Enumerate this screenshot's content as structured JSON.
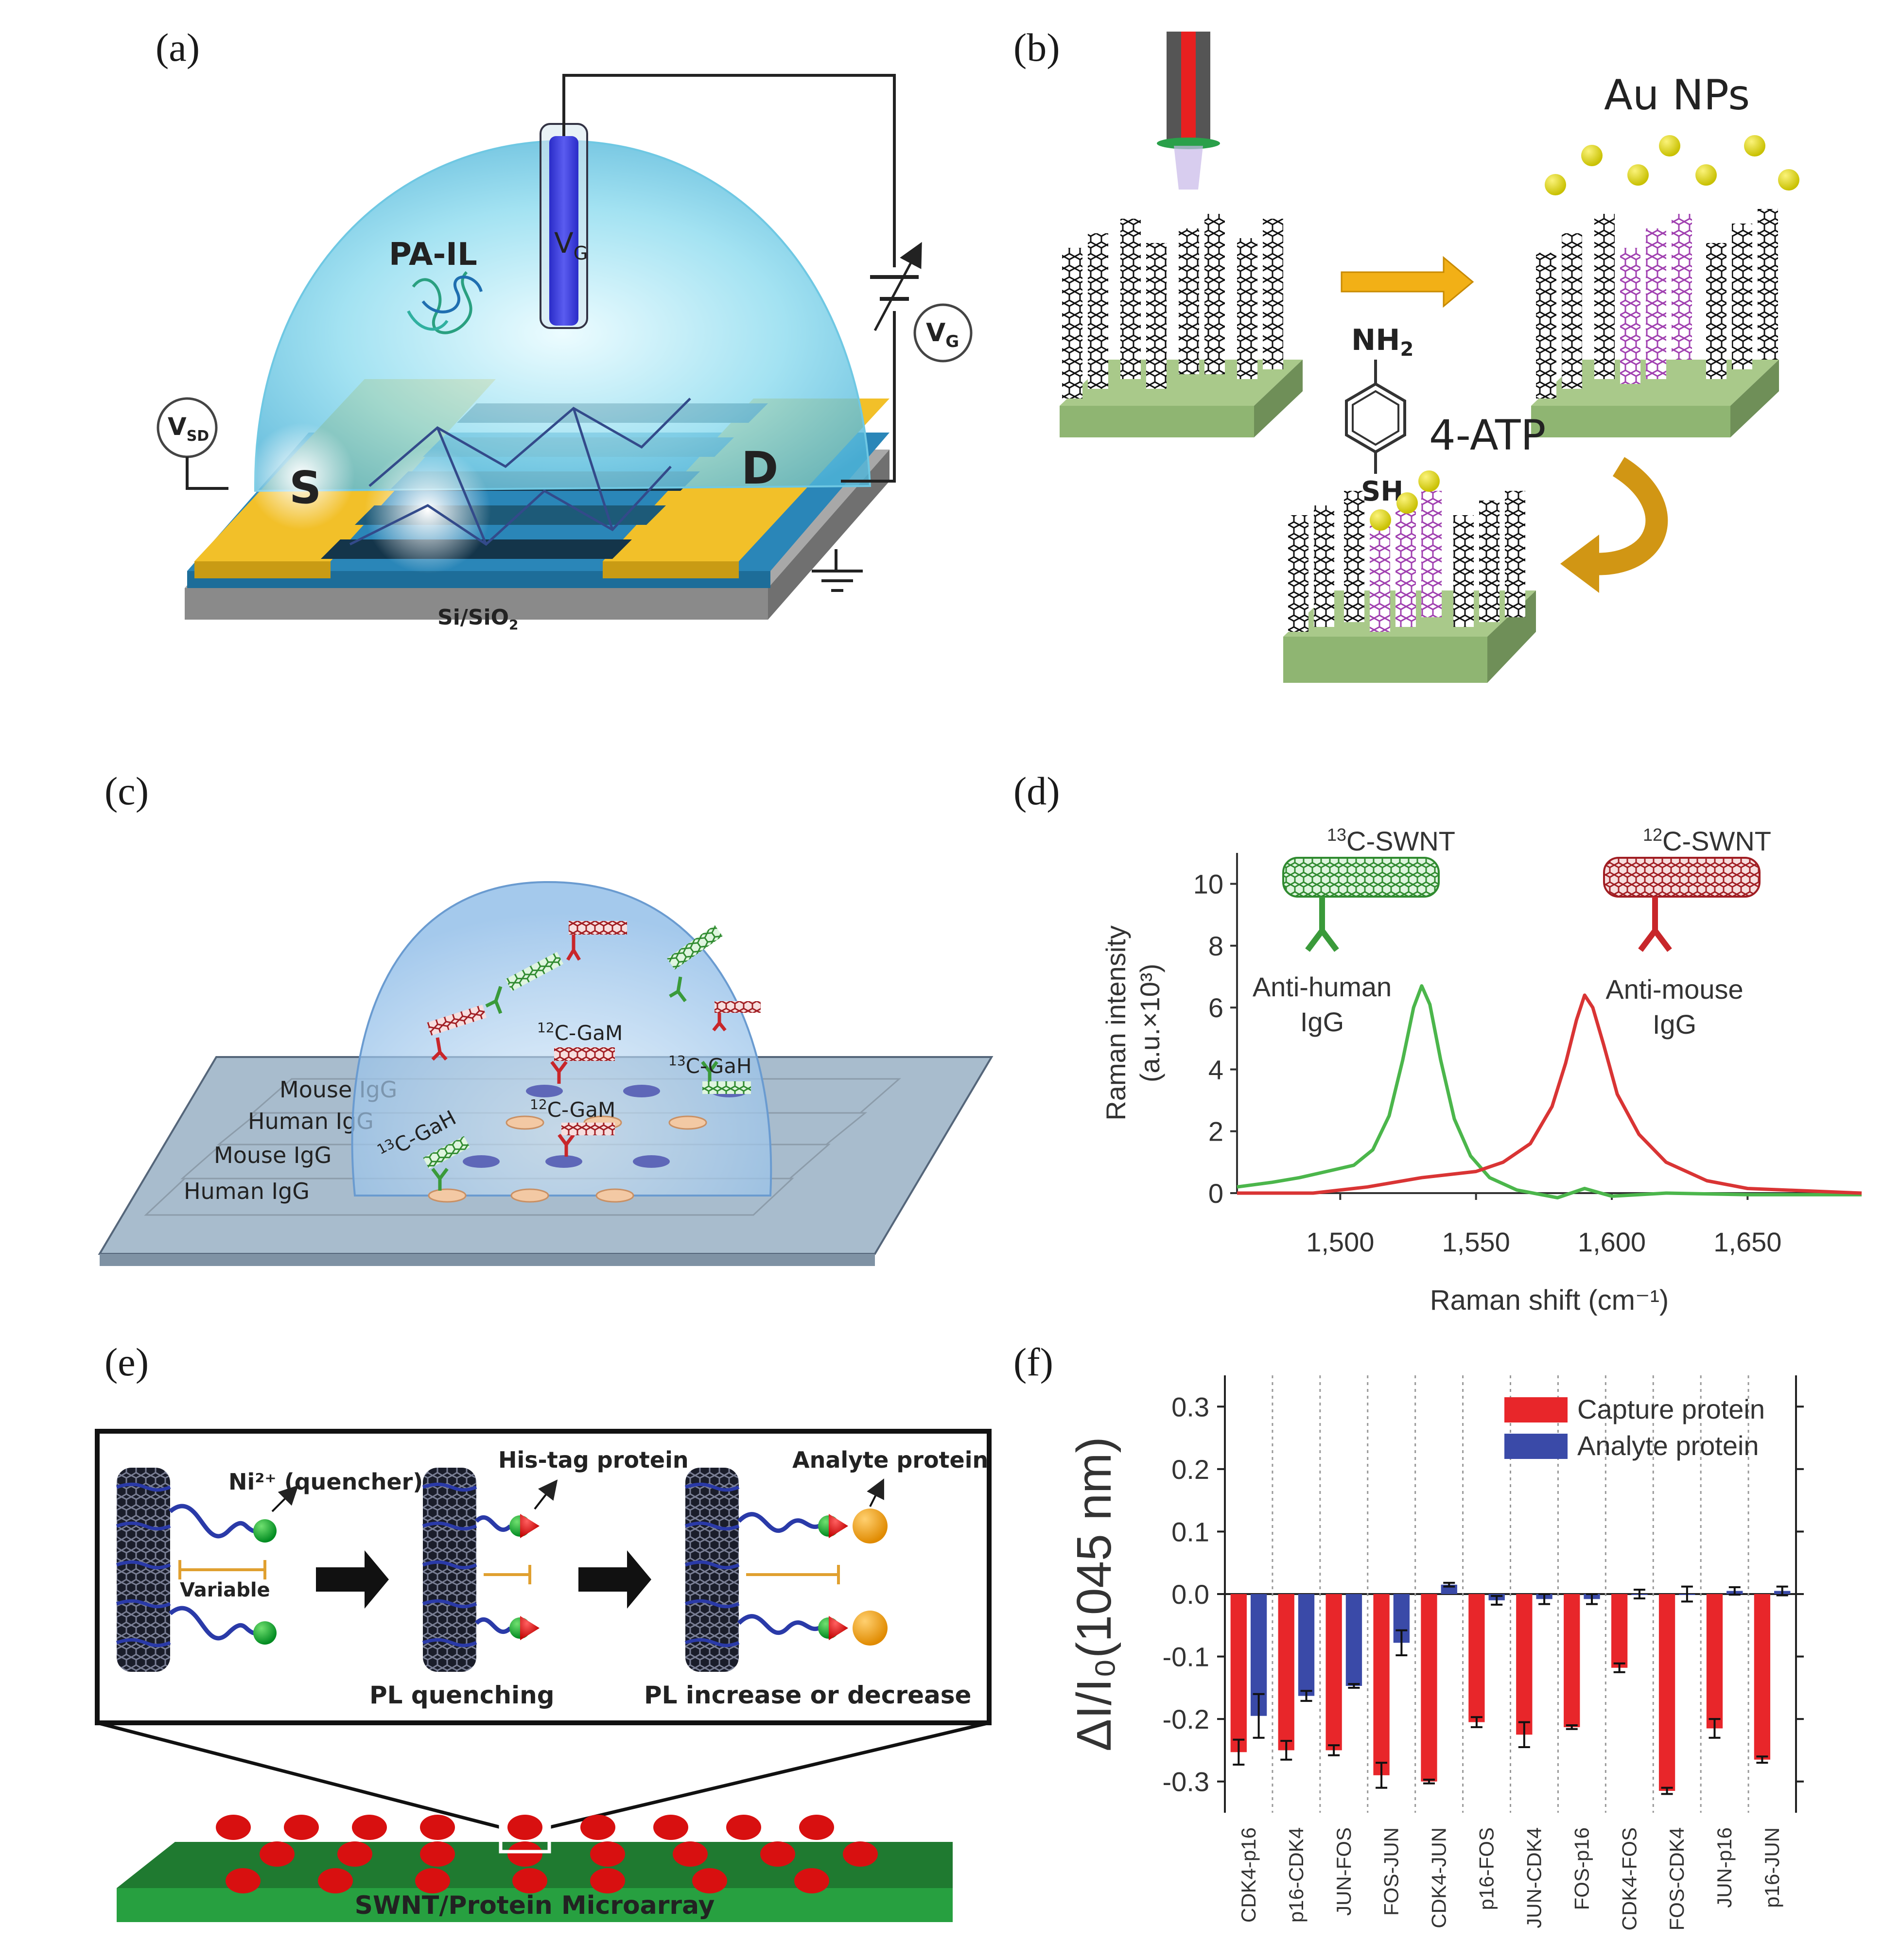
{
  "panels": {
    "a": {
      "label": "(a)",
      "pa_il": "PA-IL",
      "vg_electrode": "V",
      "vg_electrode_sub": "G",
      "vg_source": "V",
      "vg_source_sub": "G",
      "vsd": "V",
      "vsd_sub": "SD",
      "source": "S",
      "drain": "D",
      "substrate": "Si/SiO",
      "substrate_sub": "2"
    },
    "b": {
      "label": "(b)",
      "au_nps": "Au NPs",
      "nh2": "NH",
      "nh2_sub": "2",
      "sh": "SH",
      "atp": "4-ATP"
    },
    "c": {
      "label": "(c)",
      "rows": [
        "Mouse IgG",
        "Human IgG",
        "Mouse IgG",
        "Human IgG"
      ],
      "c12_gam_top_sup": "12",
      "c12_gam_top": "C-GaM",
      "c13_gah_right_sup": "13",
      "c13_gah_right": "C-GaH",
      "c12_gam_mid_sup": "12",
      "c12_gam_mid": "C-GaM",
      "c13_gah_left_sup": "13",
      "c13_gah_left": "C-GaH"
    },
    "d": {
      "label": "(d)",
      "c13_sup": "13",
      "c13_label": "C-SWNT",
      "c12_sup": "12",
      "c12_label": "C-SWNT",
      "anti_human": [
        "Anti-human",
        "IgG"
      ],
      "anti_mouse": [
        "Anti-mouse",
        "IgG"
      ]
    },
    "e": {
      "label": "(e)",
      "ni_quencher": "Ni²⁺ (quencher)",
      "his_tag": "His-tag protein",
      "analyte": "Analyte protein",
      "variable": "Variable",
      "pl_quenching": "PL quenching",
      "pl_change": "PL increase or decrease",
      "microarray": "SWNT/Protein Microarray"
    },
    "f": {
      "label": "(f)"
    }
  },
  "colors": {
    "green_swnt": "#3a9a3a",
    "red_swnt": "#c8262a",
    "capture": "#e8262a",
    "analyte": "#3848a8",
    "gold": "#f5c020",
    "substrate_green": "#1f7a30"
  },
  "chart_data": [
    {
      "type": "line",
      "panel": "d",
      "xlabel": "Raman shift (cm⁻¹)",
      "ylabel": [
        "Raman intensity",
        "(a.u.×10³)"
      ],
      "xlim": [
        1462,
        1692
      ],
      "ylim": [
        0,
        11
      ],
      "xticks": [
        1500,
        1550,
        1600,
        1650
      ],
      "xtick_labels": [
        "1,500",
        "1,550",
        "1,600",
        "1,650"
      ],
      "yticks": [
        0,
        2,
        4,
        6,
        8,
        10
      ],
      "ytick_labels": [
        "0",
        "2",
        "4",
        "6",
        "8",
        "10"
      ],
      "series": [
        {
          "color": "#4bb64b",
          "x": [
            1462,
            1475,
            1485,
            1495,
            1505,
            1512,
            1518,
            1523,
            1527,
            1530,
            1533,
            1537,
            1542,
            1548,
            1555,
            1565,
            1580,
            1590,
            1600,
            1620,
            1650,
            1692
          ],
          "y": [
            0.2,
            0.35,
            0.5,
            0.7,
            0.9,
            1.4,
            2.5,
            4.3,
            6.0,
            6.7,
            6.1,
            4.3,
            2.4,
            1.2,
            0.5,
            0.1,
            -0.15,
            0.15,
            -0.1,
            0.0,
            -0.05,
            -0.05
          ]
        },
        {
          "color": "#d93434",
          "x": [
            1462,
            1490,
            1510,
            1530,
            1550,
            1560,
            1570,
            1578,
            1583,
            1587,
            1590,
            1593,
            1597,
            1602,
            1610,
            1620,
            1635,
            1650,
            1692
          ],
          "y": [
            0.0,
            0.0,
            0.2,
            0.5,
            0.7,
            1.0,
            1.6,
            2.8,
            4.2,
            5.6,
            6.4,
            6.0,
            4.8,
            3.2,
            1.9,
            1.0,
            0.4,
            0.15,
            0.0
          ]
        }
      ]
    },
    {
      "type": "bar",
      "panel": "f",
      "ylabel": "ΔI/I₀(1045 nm)",
      "ylim": [
        -0.35,
        0.35
      ],
      "yticks": [
        0.3,
        0.2,
        0.1,
        0.0,
        -0.1,
        -0.2,
        -0.3
      ],
      "ytick_labels": [
        "0.3",
        "0.2",
        "0.1",
        "0.0",
        "-0.1",
        "-0.2",
        "-0.3"
      ],
      "categories": [
        "CDK4-p16",
        "p16-CDK4",
        "JUN-FOS",
        "FOS-JUN",
        "CDK4-JUN",
        "p16-FOS",
        "JUN-CDK4",
        "FOS-p16",
        "CDK4-FOS",
        "FOS-CDK4",
        "JUN-p16",
        "p16-JUN"
      ],
      "series": [
        {
          "name": "Capture protein",
          "color": "#e8262a",
          "values": [
            -0.253,
            -0.25,
            -0.25,
            -0.29,
            -0.3,
            -0.205,
            -0.225,
            -0.213,
            -0.118,
            -0.315,
            -0.215,
            -0.265
          ],
          "errors": [
            0.02,
            0.015,
            0.008,
            0.02,
            0.003,
            0.008,
            0.02,
            0.003,
            0.007,
            0.005,
            0.015,
            0.005
          ]
        },
        {
          "name": "Analyte protein",
          "color": "#3a4aa8",
          "values": [
            -0.195,
            -0.163,
            -0.147,
            -0.078,
            0.015,
            -0.01,
            -0.008,
            -0.008,
            0.0,
            0.0,
            0.005,
            0.005
          ],
          "errors": [
            0.035,
            0.008,
            0.003,
            0.02,
            0.003,
            0.007,
            0.008,
            0.008,
            0.007,
            0.012,
            0.006,
            0.007
          ]
        }
      ]
    }
  ]
}
